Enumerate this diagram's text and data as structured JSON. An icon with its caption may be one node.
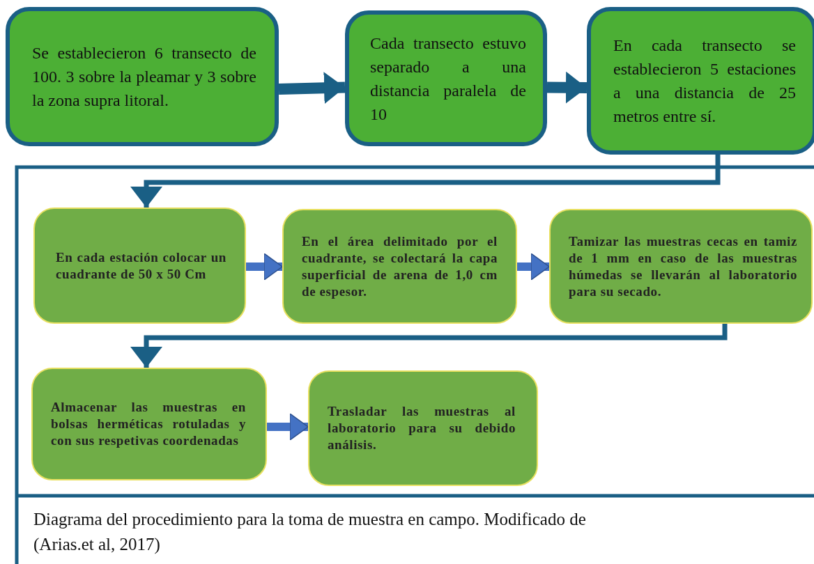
{
  "diagram": {
    "caption": "Diagrama del procedimiento para la toma de muestra en campo. Modificado de (Arias.et al, 2017)",
    "nodes": [
      {
        "text": [
          "Se establecieron 6 transecto de 100. 3 sobre la pleamar y 3 sobre la zona supra litoral."
        ]
      },
      {
        "text": [
          "Cada transecto estuvo separado a una distancia paralela de 10"
        ]
      },
      {
        "text": [
          "En cada transecto se establecieron 5 estaciones a una distancia de 25 metros entre sí."
        ]
      },
      {
        "text": [
          "En cada estación colocar un cuadrante de 50 x 50 Cm"
        ]
      },
      {
        "text": [
          "En el área delimitado por el cuadrante, se colectará la capa superficial de arena de 1,0 cm de espesor."
        ]
      },
      {
        "text": [
          "Tamizar las muestras cecas en tamiz de 1 mm en caso de las muestras húmedas se llevarán al laboratorio para su secado."
        ]
      },
      {
        "text": [
          "Almacenar las muestras en bolsas herméticas rotuladas y con sus respetivas coordenadas"
        ]
      },
      {
        "text": [
          "Trasladar las muestras al laboratorio para su debido análisis."
        ]
      }
    ],
    "edges": [
      {
        "from": 0,
        "to": 1,
        "arrow": "to"
      },
      {
        "from": 1,
        "to": 2,
        "arrow": "to"
      },
      {
        "from": 2,
        "to": 3,
        "arrow": "to"
      },
      {
        "from": 3,
        "to": 4,
        "arrow": "to",
        "color": "#4472c4"
      },
      {
        "from": 4,
        "to": 5,
        "arrow": "to",
        "color": "#4472c4"
      },
      {
        "from": 5,
        "to": 6,
        "arrow": "to"
      },
      {
        "from": 6,
        "to": 7,
        "arrow": "to",
        "color": "#4472c4"
      }
    ]
  }
}
